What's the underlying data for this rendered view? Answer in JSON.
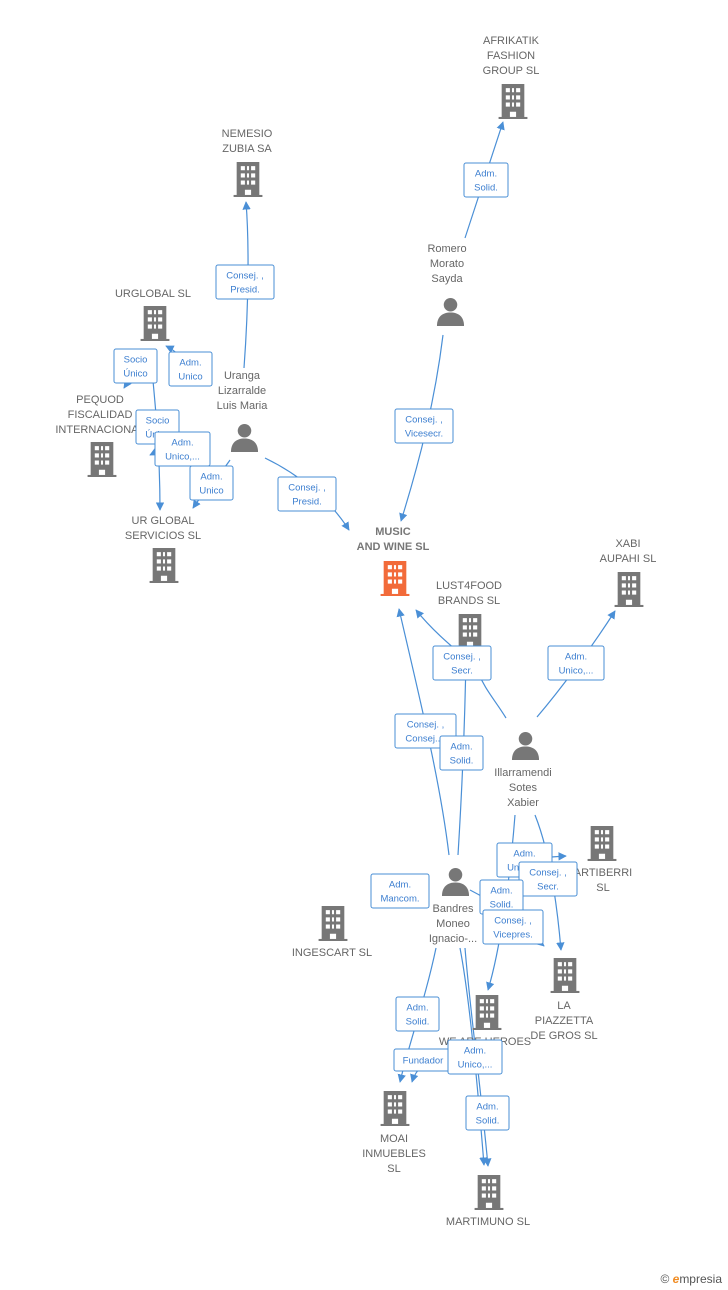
{
  "brand": {
    "copyright": "©",
    "e": "e",
    "rest": "mpresia"
  },
  "nodes": [
    {
      "id": "n-music",
      "type": "company",
      "main": true,
      "lines": [
        "MUSIC",
        "AND WINE  SL"
      ]
    },
    {
      "id": "n-afrik",
      "type": "company",
      "lines": [
        "AFRIKATIK",
        "FASHION",
        "GROUP  SL"
      ]
    },
    {
      "id": "n-nemes",
      "type": "company",
      "lines": [
        "NEMESIO",
        "ZUBIA SA"
      ]
    },
    {
      "id": "n-urglo",
      "type": "company",
      "lines": [
        "URGLOBAL SL"
      ]
    },
    {
      "id": "n-pequ",
      "type": "company",
      "lines": [
        "PEQUOD",
        "FISCALIDAD",
        "INTERNACIONAL"
      ]
    },
    {
      "id": "n-urgs",
      "type": "company",
      "lines": [
        "UR GLOBAL",
        "SERVICIOS  SL"
      ]
    },
    {
      "id": "n-lust",
      "type": "company",
      "lines": [
        "LUST4FOOD",
        "BRANDS  SL"
      ]
    },
    {
      "id": "n-xabi",
      "type": "company",
      "lines": [
        "XABI",
        "AUPAHI  SL"
      ]
    },
    {
      "id": "n-arti",
      "type": "company",
      "lines": [
        "ARTIBERRI",
        "SL"
      ]
    },
    {
      "id": "n-inges",
      "type": "company",
      "lines": [
        "INGESCART SL"
      ]
    },
    {
      "id": "n-piaz",
      "type": "company",
      "lines": [
        "LA",
        "PIAZZETTA",
        "DE GROS  SL"
      ]
    },
    {
      "id": "n-wher",
      "type": "company",
      "lines": [
        "WE ARE HEROES"
      ]
    },
    {
      "id": "n-moai",
      "type": "company",
      "lines": [
        "MOAI",
        "INMUEBLES",
        "SL"
      ]
    },
    {
      "id": "n-marti",
      "type": "company",
      "lines": [
        "MARTIMUNO SL"
      ]
    },
    {
      "id": "p-romero",
      "type": "person",
      "lines": [
        "Romero",
        "Morato",
        "Sayda"
      ]
    },
    {
      "id": "p-uranga",
      "type": "person",
      "lines": [
        "Uranga",
        "Lizarralde",
        "Luis Maria"
      ]
    },
    {
      "id": "p-illarr",
      "type": "person",
      "lines": [
        "Illarramendi",
        "Sotes",
        "Xabier"
      ]
    },
    {
      "id": "p-bandr",
      "type": "person",
      "lines": [
        "Bandres",
        "Moneo",
        "Ignacio-..."
      ]
    }
  ],
  "relations": [
    {
      "id": "r1",
      "lines": [
        "Adm.",
        "Solid."
      ]
    },
    {
      "id": "r2",
      "lines": [
        "Consej. ,",
        "Presid."
      ]
    },
    {
      "id": "r3",
      "lines": [
        "Socio",
        "Único"
      ]
    },
    {
      "id": "r4",
      "lines": [
        "Adm.",
        "Unico"
      ]
    },
    {
      "id": "r5",
      "lines": [
        "Socio",
        "Único"
      ]
    },
    {
      "id": "r6",
      "lines": [
        "Adm.",
        "Unico,..."
      ]
    },
    {
      "id": "r7",
      "lines": [
        "Adm.",
        "Unico"
      ]
    },
    {
      "id": "r8",
      "lines": [
        "Consej. ,",
        "Presid."
      ]
    },
    {
      "id": "r9",
      "lines": [
        "Consej. ,",
        "Vicesecr."
      ]
    },
    {
      "id": "r10",
      "lines": [
        "Consej. ,",
        "Secr."
      ]
    },
    {
      "id": "r11",
      "lines": [
        "Adm.",
        "Unico,..."
      ]
    },
    {
      "id": "r12",
      "lines": [
        "Consej. ,",
        "Consej...."
      ]
    },
    {
      "id": "r13",
      "lines": [
        "Adm.",
        "Solid."
      ]
    },
    {
      "id": "r14",
      "lines": [
        "Adm.",
        "Unico,..."
      ]
    },
    {
      "id": "r15",
      "lines": [
        "Consej. ,",
        "Secr."
      ]
    },
    {
      "id": "r16",
      "lines": [
        "Adm.",
        "Mancom."
      ]
    },
    {
      "id": "r17",
      "lines": [
        "Adm.",
        "Solid."
      ]
    },
    {
      "id": "r18",
      "lines": [
        "Consej. ,",
        "Vicepres."
      ]
    },
    {
      "id": "r19",
      "lines": [
        "Adm.",
        "Solid."
      ]
    },
    {
      "id": "r20",
      "lines": [
        "Fundador"
      ]
    },
    {
      "id": "r21",
      "lines": [
        "Adm.",
        "Unico,..."
      ]
    },
    {
      "id": "r22",
      "lines": [
        "Adm.",
        "Solid."
      ]
    }
  ]
}
